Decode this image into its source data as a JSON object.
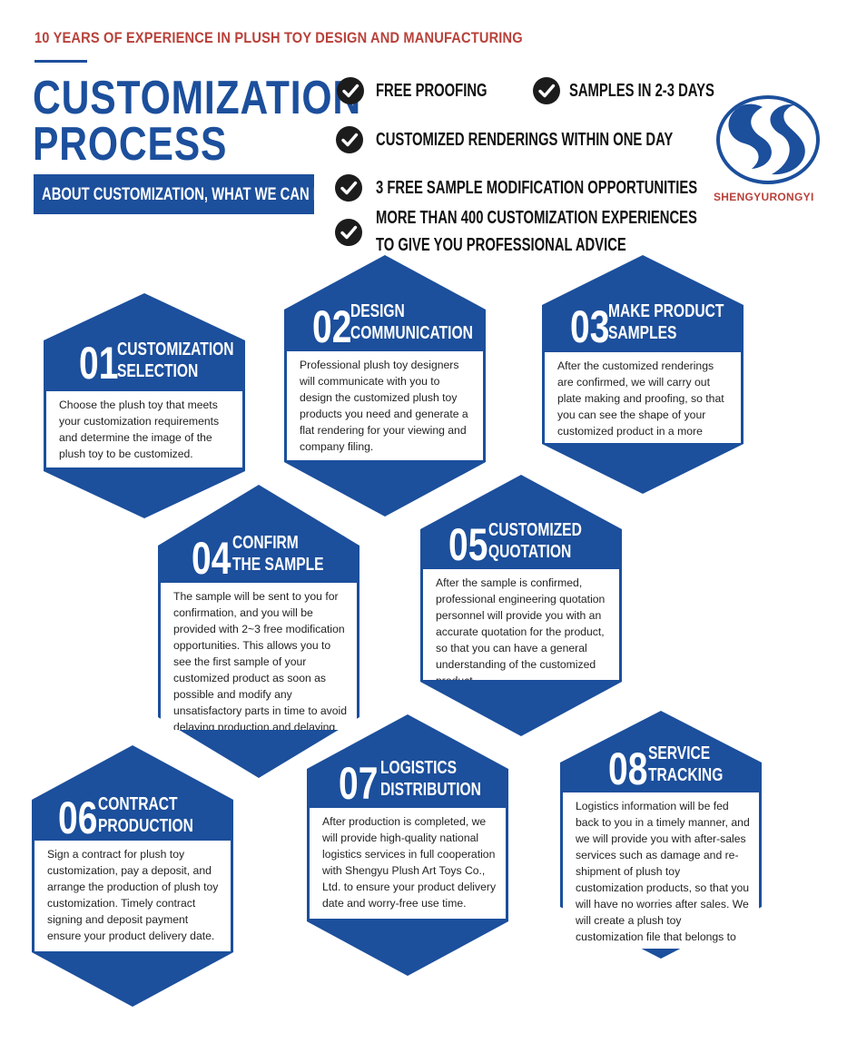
{
  "header": {
    "tagline": "10 YEARS OF EXPERIENCE IN PLUSH TOY DESIGN AND MANUFACTURING",
    "title_line1": "CUSTOMIZATION",
    "title_line2": "PROCESS",
    "banner": "ABOUT CUSTOMIZATION, WHAT WE CAN DO"
  },
  "features": [
    {
      "text": "FREE PROOFING"
    },
    {
      "text": "SAMPLES IN 2-3 DAYS"
    },
    {
      "text": "CUSTOMIZED RENDERINGS WITHIN ONE DAY"
    },
    {
      "text": "3 FREE SAMPLE MODIFICATION OPPORTUNITIES"
    },
    {
      "text_line1": "MORE THAN 400 CUSTOMIZATION EXPERIENCES",
      "text_line2": "TO GIVE YOU PROFESSIONAL ADVICE"
    }
  ],
  "brand": {
    "name": "SHENGYURONGYI",
    "logo_icon": "ss-swirl-logo"
  },
  "colors": {
    "blue": "#1c4f9c",
    "red": "#b8413a",
    "icon_dark": "#1c1c1c"
  },
  "steps": [
    {
      "num": "01",
      "title1": "CUSTOMIZATION",
      "title2": "SELECTION",
      "text": "Choose the plush toy that meets your customization requirements and determine the image of the plush toy to be customized."
    },
    {
      "num": "02",
      "title1": "DESIGN",
      "title2": "COMMUNICATION",
      "text": "Professional plush toy designers will communicate with you to design the customized plush toy products you need and generate a flat rendering for your viewing and company filing."
    },
    {
      "num": "03",
      "title1": "MAKE PRODUCT",
      "title2": "SAMPLES",
      "text": "After the customized renderings are confirmed, we will carry out plate making and proofing, so that you can see the shape of your customized product in a more specific and vivid way."
    },
    {
      "num": "04",
      "title1": "CONFIRM",
      "title2": "THE SAMPLE",
      "text": "The sample will be sent to you for confirmation, and you will be provided with 2~3 free modification opportunities. This allows you to see the first sample of your customized product as soon as possible and modify any unsatisfactory parts in time to avoid delaying production and delaying your use."
    },
    {
      "num": "05",
      "title1": "CUSTOMIZED",
      "title2": "QUOTATION",
      "text": "After the sample is confirmed, professional engineering quotation personnel will provide you with an accurate quotation for the product, so that you can have a general understanding of the customized product."
    },
    {
      "num": "06",
      "title1": "CONTRACT",
      "title2": "PRODUCTION",
      "text": "Sign a contract for plush toy customization, pay a deposit, and arrange the production of plush toy customization. Timely contract signing and deposit payment ensure your product delivery date."
    },
    {
      "num": "07",
      "title1": "LOGISTICS",
      "title2": "DISTRIBUTION",
      "text": "After production is completed, we will provide high-quality national logistics services in full cooperation with Shengyu Plush Art Toys Co., Ltd. to ensure your product delivery date and worry-free use time."
    },
    {
      "num": "08",
      "title1": "SERVICE",
      "title2": "TRACKING",
      "text": "Logistics information will be fed back to you in a timely manner, and we will provide you with after-sales services such as damage and re-shipment of plush toy customization products, so that you will have no worries after sales. We will create a plush toy customization file that belongs to you to facilitate your future subscription."
    }
  ]
}
